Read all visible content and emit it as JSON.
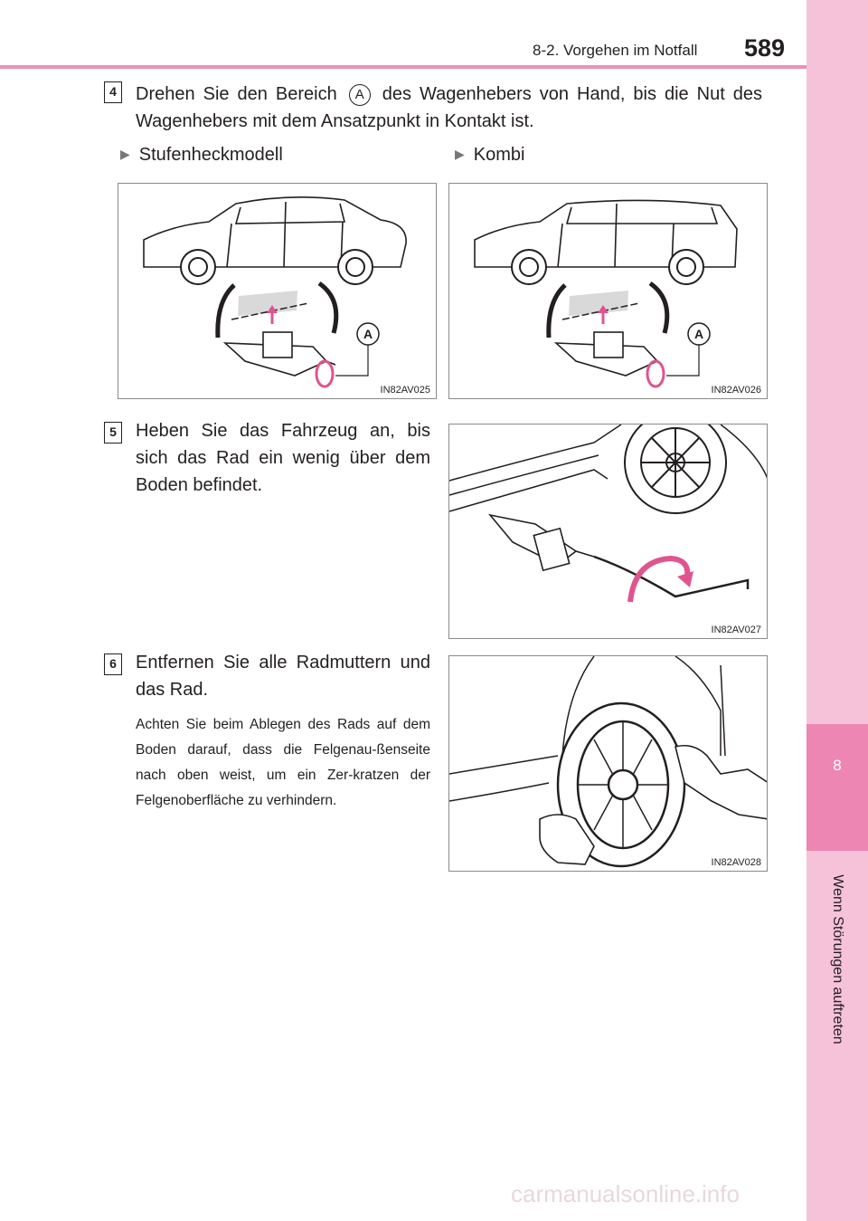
{
  "header": {
    "section_title": "8-2. Vorgehen im Notfall",
    "page_number": "589"
  },
  "side_tab": {
    "chapter_number": "8",
    "chapter_title": "Wenn Störungen auftreten"
  },
  "step4": {
    "badge": "4",
    "text_before": "Drehen Sie den Bereich",
    "marker": "A",
    "text_after": "des Wagenhebers von Hand, bis die Nut des Wagenhebers mit dem Ansatzpunkt in Kontakt ist.",
    "variant_left": "Stufenheckmodell",
    "variant_right": "Kombi",
    "fig_left_code": "IN82AV025",
    "fig_right_code": "IN82AV026",
    "fig_marker": "A"
  },
  "step5": {
    "badge": "5",
    "text": "Heben Sie das Fahrzeug an, bis sich das Rad ein wenig über dem Boden befindet.",
    "fig_code": "IN82AV027"
  },
  "step6": {
    "badge": "6",
    "text": "Entfernen Sie alle Radmuttern und das Rad.",
    "note": "Achten Sie beim Ablegen des Rads auf dem Boden darauf, dass die Felgenau-ßenseite nach oben weist, um ein Zer-kratzen der Felgenoberfläche zu verhindern.",
    "fig_code": "IN82AV028"
  },
  "watermark": "carmanualsonline.info",
  "colors": {
    "accent_pink": "#ec8fb8",
    "side_light": "#f6c2d9",
    "side_dark": "#ee86b3",
    "arrow_pink": "#e0548f"
  }
}
